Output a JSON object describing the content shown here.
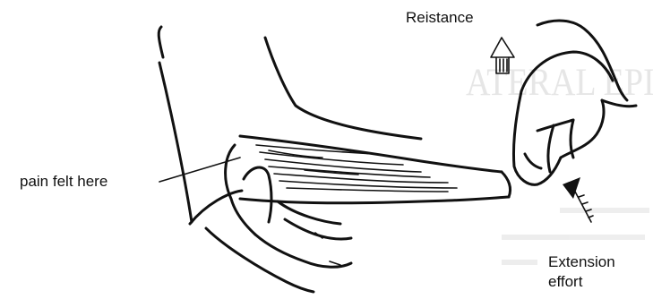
{
  "labels": {
    "resistance": "Reistance",
    "pain": "pain felt here",
    "extension_line1": "Extension",
    "extension_line2": "effort"
  },
  "colors": {
    "ink": "#111111",
    "background": "#ffffff",
    "bleed_through": "#e4e4e4"
  }
}
